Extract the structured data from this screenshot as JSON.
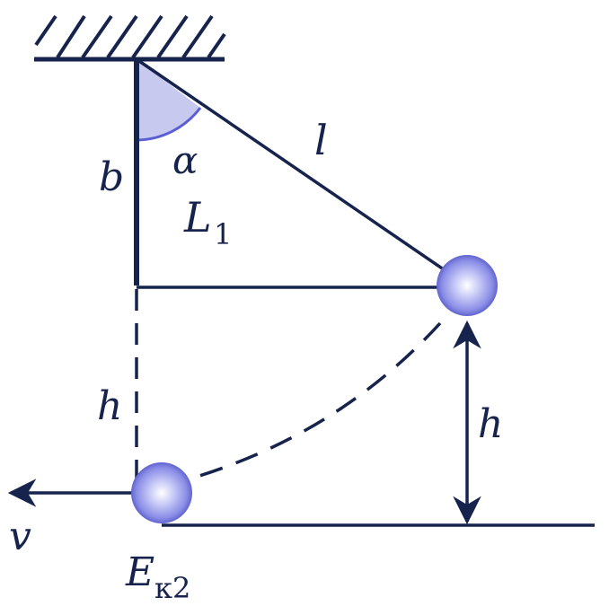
{
  "labels": {
    "b": "b",
    "alpha": "α",
    "l": "l",
    "L": "L",
    "L_sub": "1",
    "h_left": "h",
    "h_right": "h",
    "v": "v",
    "E": "E",
    "E_sub": "к2"
  },
  "colors": {
    "line": "#16234d",
    "angle_fill": "#c7c9ef",
    "angle_arc": "#5b5fd6",
    "ball_light": "#ffffff",
    "ball_mid": "#a9acf2",
    "ball_dark": "#4548b8"
  }
}
